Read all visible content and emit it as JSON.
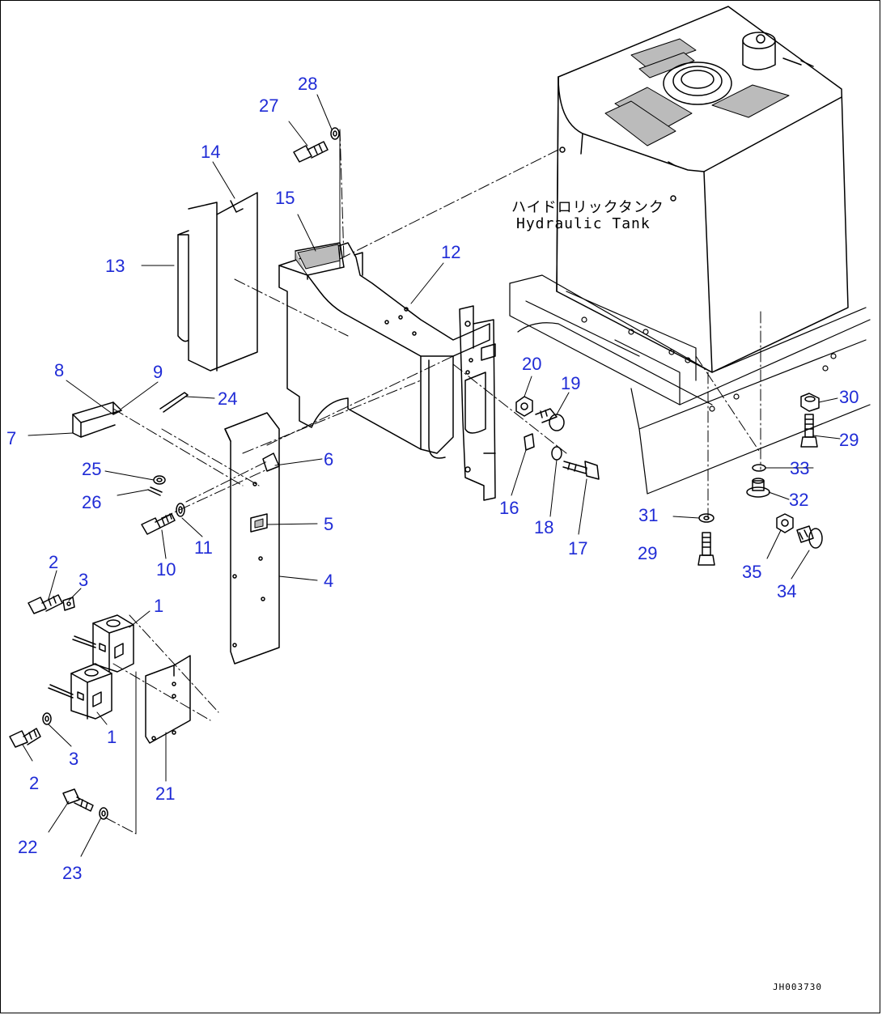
{
  "diagram": {
    "tank_label_jp": "ハイドロリックタンク",
    "tank_label_en": "Hydraulic Tank",
    "drawing_code": "JH003730"
  },
  "callouts": [
    {
      "id": "c1a",
      "text": "1"
    },
    {
      "id": "c1b",
      "text": "1"
    },
    {
      "id": "c2a",
      "text": "2"
    },
    {
      "id": "c2b",
      "text": "2"
    },
    {
      "id": "c3a",
      "text": "3"
    },
    {
      "id": "c3b",
      "text": "3"
    },
    {
      "id": "c4",
      "text": "4"
    },
    {
      "id": "c5",
      "text": "5"
    },
    {
      "id": "c6",
      "text": "6"
    },
    {
      "id": "c7",
      "text": "7"
    },
    {
      "id": "c8",
      "text": "8"
    },
    {
      "id": "c9",
      "text": "9"
    },
    {
      "id": "c10",
      "text": "10"
    },
    {
      "id": "c11",
      "text": "11"
    },
    {
      "id": "c12",
      "text": "12"
    },
    {
      "id": "c13",
      "text": "13"
    },
    {
      "id": "c14",
      "text": "14"
    },
    {
      "id": "c15",
      "text": "15"
    },
    {
      "id": "c16",
      "text": "16"
    },
    {
      "id": "c17",
      "text": "17"
    },
    {
      "id": "c18",
      "text": "18"
    },
    {
      "id": "c19",
      "text": "19"
    },
    {
      "id": "c20",
      "text": "20"
    },
    {
      "id": "c21",
      "text": "21"
    },
    {
      "id": "c22",
      "text": "22"
    },
    {
      "id": "c23",
      "text": "23"
    },
    {
      "id": "c24",
      "text": "24"
    },
    {
      "id": "c25",
      "text": "25"
    },
    {
      "id": "c26",
      "text": "26"
    },
    {
      "id": "c27",
      "text": "27"
    },
    {
      "id": "c28",
      "text": "28"
    },
    {
      "id": "c29a",
      "text": "29"
    },
    {
      "id": "c29b",
      "text": "29"
    },
    {
      "id": "c30",
      "text": "30"
    },
    {
      "id": "c31",
      "text": "31"
    },
    {
      "id": "c32",
      "text": "32"
    },
    {
      "id": "c33",
      "text": "33"
    },
    {
      "id": "c34",
      "text": "34"
    },
    {
      "id": "c35",
      "text": "35"
    }
  ],
  "colors": {
    "callout": "#1f2bd6",
    "line": "#000000",
    "background": "#ffffff"
  }
}
